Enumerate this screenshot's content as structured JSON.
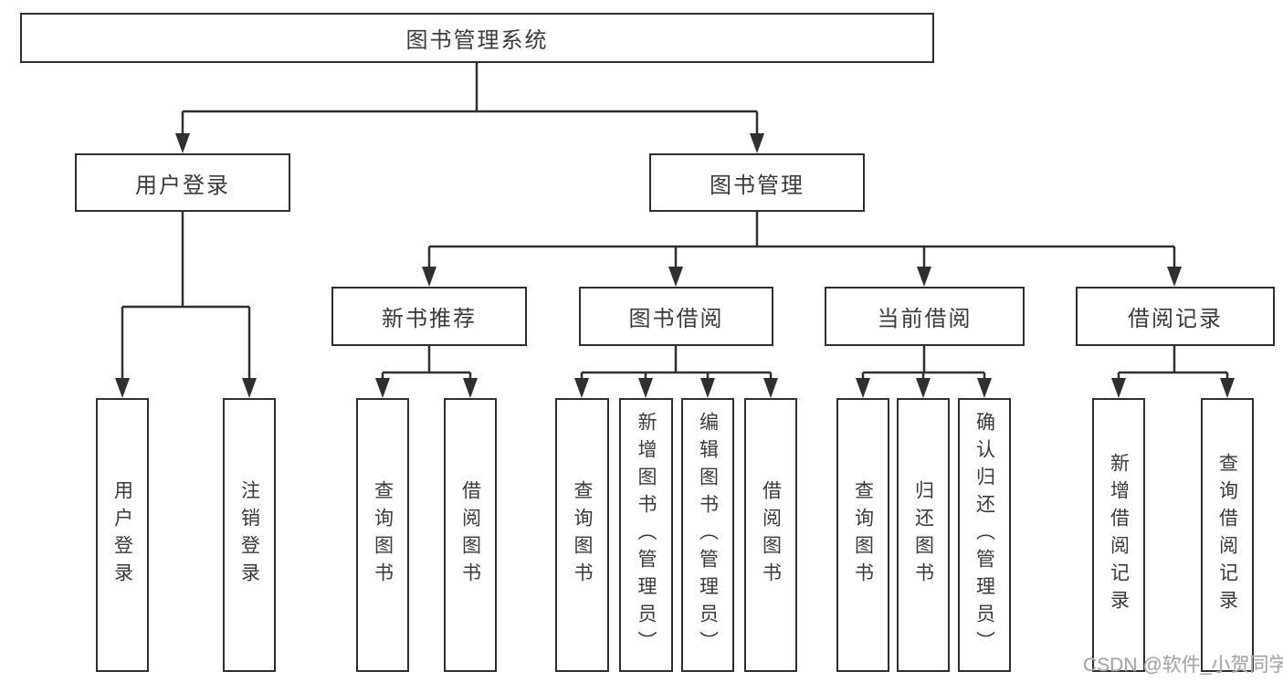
{
  "diagram": {
    "type": "hierarchy-tree",
    "orientation": "top-down"
  },
  "colors": {
    "line": "#2f2f2f",
    "box_border": "#2f2f2f",
    "text": "#3a3a3a",
    "watermark": "#a6a6a6",
    "background": "#ffffff"
  },
  "tree": {
    "root": {
      "label": "图书管理系统",
      "children": [
        {
          "label": "用户登录",
          "children": [
            {
              "label": "用户登录"
            },
            {
              "label": "注销登录"
            }
          ]
        },
        {
          "label": "图书管理",
          "children": [
            {
              "label": "新书推荐",
              "children": [
                {
                  "label": "查询图书"
                },
                {
                  "label": "借阅图书"
                }
              ]
            },
            {
              "label": "图书借阅",
              "children": [
                {
                  "label": "查询图书"
                },
                {
                  "label": "新增图书（管理员）"
                },
                {
                  "label": "编辑图书（管理员）"
                },
                {
                  "label": "借阅图书"
                }
              ]
            },
            {
              "label": "当前借阅",
              "children": [
                {
                  "label": "查询图书"
                },
                {
                  "label": "归还图书"
                },
                {
                  "label": "确认归还（管理员）"
                }
              ]
            },
            {
              "label": "借阅记录",
              "children": [
                {
                  "label": "新增借阅记录"
                },
                {
                  "label": "查询借阅记录"
                }
              ]
            }
          ]
        }
      ]
    }
  },
  "watermark": {
    "text": "CSDN @软件_小贺同学"
  }
}
